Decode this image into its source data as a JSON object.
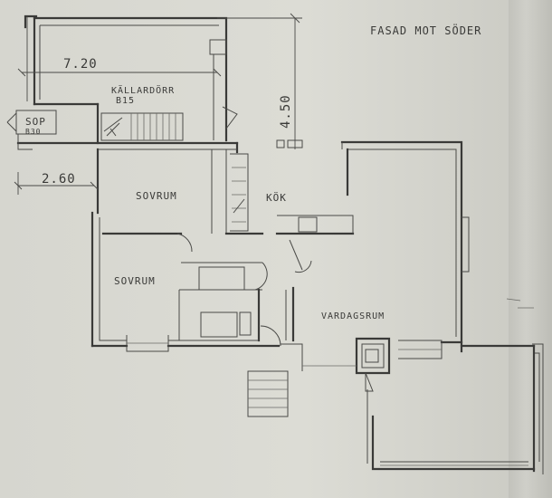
{
  "drawing": {
    "facade_note": "FASAD MOT SÖDER",
    "dimensions": {
      "top_width": "7.20",
      "vertical": "4.50",
      "left_width": "2.60"
    },
    "labels": {
      "cellar_door": "KÄLLARDÖRR",
      "cellar_door_code": "B15",
      "sop": "SOP",
      "sop_code": "B30"
    },
    "rooms": {
      "bedroom_1": "SOVRUM",
      "bedroom_2": "SOVRUM",
      "kitchen": "KÖK",
      "living_room": "VARDAGSRUM"
    }
  }
}
